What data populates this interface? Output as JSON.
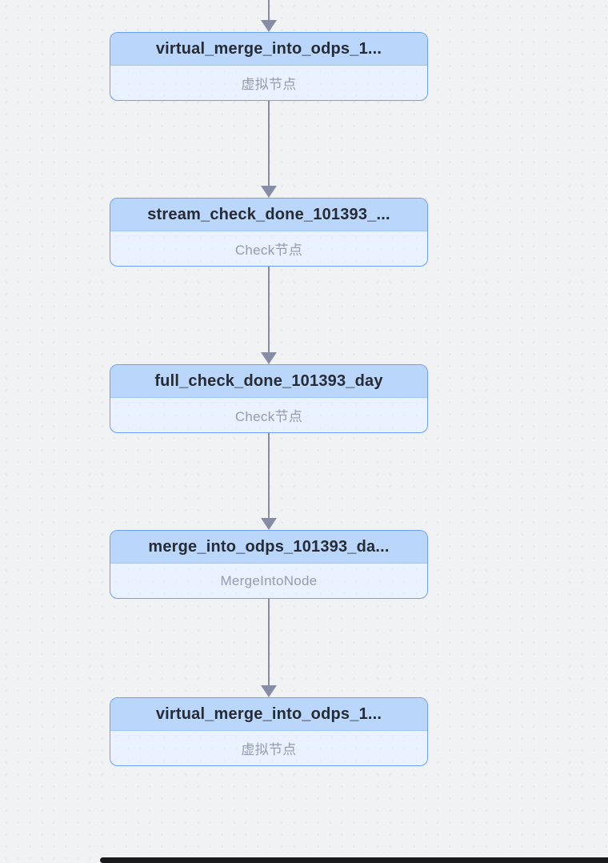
{
  "canvas": {
    "background": "#f1f2f4",
    "dot_color": "#e2e4e9"
  },
  "colors": {
    "node_border": "#69a1f8",
    "node_header_bg": "#bad6fb",
    "node_body_bg": "#e9f2fe",
    "title_color": "#262b34",
    "subtitle_color": "#959cb0",
    "edge_color": "#878da4",
    "scrollbar_color": "#1a1a1c"
  },
  "nodes": [
    {
      "title": "virtual_merge_into_odps_1...",
      "type_label": "虚拟节点"
    },
    {
      "title": "stream_check_done_101393_...",
      "type_label": "Check节点"
    },
    {
      "title": "full_check_done_101393_day",
      "type_label": "Check节点"
    },
    {
      "title": "merge_into_odps_101393_da...",
      "type_label": "MergeIntoNode"
    },
    {
      "title": "virtual_merge_into_odps_1...",
      "type_label": "虚拟节点"
    }
  ],
  "edges": [
    {
      "from": "offscreen-top",
      "to": 0
    },
    {
      "from": 0,
      "to": 1
    },
    {
      "from": 1,
      "to": 2
    },
    {
      "from": 2,
      "to": 3
    },
    {
      "from": 3,
      "to": 4
    }
  ]
}
